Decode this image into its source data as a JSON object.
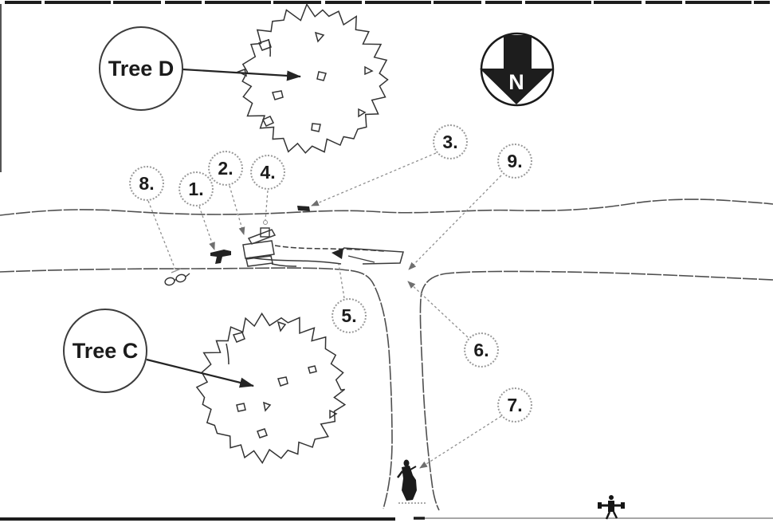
{
  "diagram": {
    "north_label": "N",
    "tree_labels": [
      {
        "text": "Tree D"
      },
      {
        "text": "Tree C"
      }
    ],
    "markers": [
      {
        "label": "1."
      },
      {
        "label": "2."
      },
      {
        "label": "3."
      },
      {
        "label": "4."
      },
      {
        "label": "5."
      },
      {
        "label": "6."
      },
      {
        "label": "7."
      },
      {
        "label": "8."
      },
      {
        "label": "9."
      }
    ],
    "colors": {
      "ink": "#3a3a3a",
      "fill_dark": "#1d1d1d",
      "leader": "#8f8f8f",
      "marker_border": "#9a9a9a",
      "background": "#ffffff"
    }
  }
}
